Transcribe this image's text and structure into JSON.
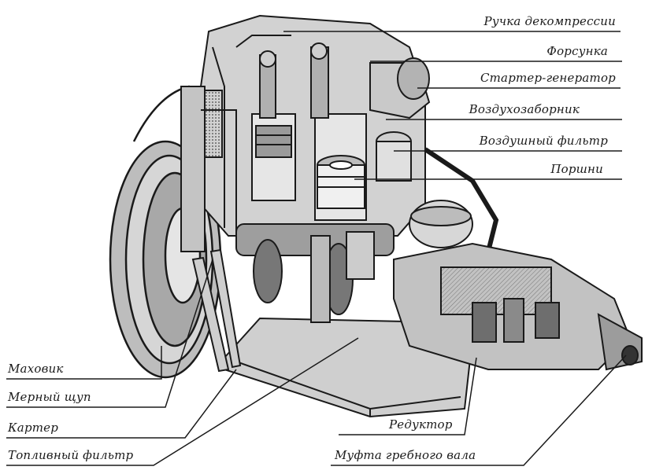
{
  "diagram": {
    "labels_right": [
      {
        "id": "decompression-handle",
        "text": "Ручка декомпрессии"
      },
      {
        "id": "injector",
        "text": "Форсунка"
      },
      {
        "id": "starter-generator",
        "text": "Стартер-генератор"
      },
      {
        "id": "air-intake",
        "text": "Воздухозаборник"
      },
      {
        "id": "air-filter",
        "text": "Воздушный фильтр"
      },
      {
        "id": "pistons",
        "text": "Поршни"
      }
    ],
    "labels_left": [
      {
        "id": "flywheel",
        "text": "Маховик"
      },
      {
        "id": "dipstick",
        "text": "Мерный щуп"
      },
      {
        "id": "crankcase",
        "text": "Картер"
      },
      {
        "id": "fuel-filter",
        "text": "Топливный фильтр"
      }
    ],
    "labels_bottom": [
      {
        "id": "gearbox",
        "text": "Редуктор"
      },
      {
        "id": "propeller-shaft-coupling",
        "text": "Муфта гребного вала"
      }
    ],
    "colors": {
      "ink": "#1a1a1a",
      "shade": "#8a8a8a",
      "light": "#d9d9d9",
      "mid": "#b5b5b5"
    }
  }
}
